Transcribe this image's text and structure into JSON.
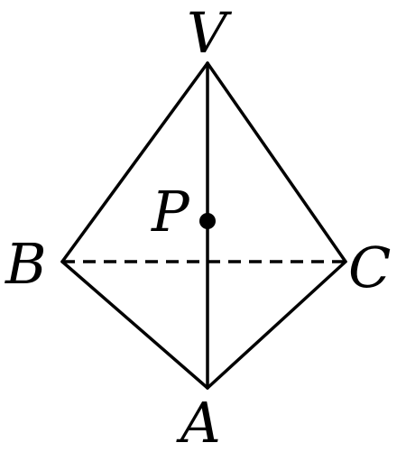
{
  "diagram": {
    "labels": {
      "V": "V",
      "B": "B",
      "C": "C",
      "A": "A",
      "P": "P"
    },
    "colors": {
      "stroke": "#000000",
      "background": "#ffffff"
    }
  }
}
